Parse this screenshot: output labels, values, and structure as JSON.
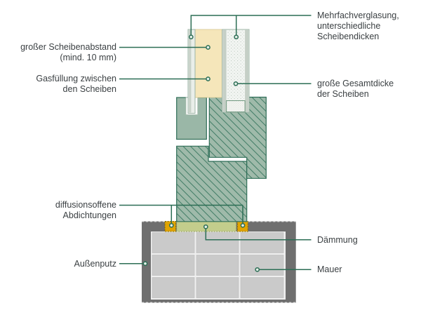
{
  "diagram": {
    "title_hint": "window-to-wall junction cross section (insulating glazing detail)",
    "labels": {
      "mehrfachverglasung": "Mehrfachverglasung,\nunterschiedliche\nScheibendicken",
      "scheibenabstand": "großer Scheibenabstand\n(mind. 10 mm)",
      "gasfuellung": "Gasfüllung zwischen\nden Scheiben",
      "gesamtdicke": "große Gesamtdicke\nder Scheiben",
      "abdichtungen": "diffusionsoffene\nAbdichtungen",
      "aussenputz": "Außenputz",
      "daemmung": "Dämmung",
      "mauer": "Mauer"
    },
    "colors": {
      "frame_green": "#9fbaaa",
      "frame_outline": "#2f6e57",
      "hatch_line": "#47806a",
      "gas_fill_yellow": "#f5e6ba",
      "glass_gray": "#c5cfc6",
      "glass_white": "#f2f5f2",
      "seal_orange": "#e0a402",
      "insulation_green": "#c3cd8c",
      "plaster_gray": "#6f6f6f",
      "brick_gray": "#cacaca",
      "mortar_light": "#efefef",
      "connector_green": "#2c6e55",
      "text_gray": "#3b4043"
    }
  }
}
